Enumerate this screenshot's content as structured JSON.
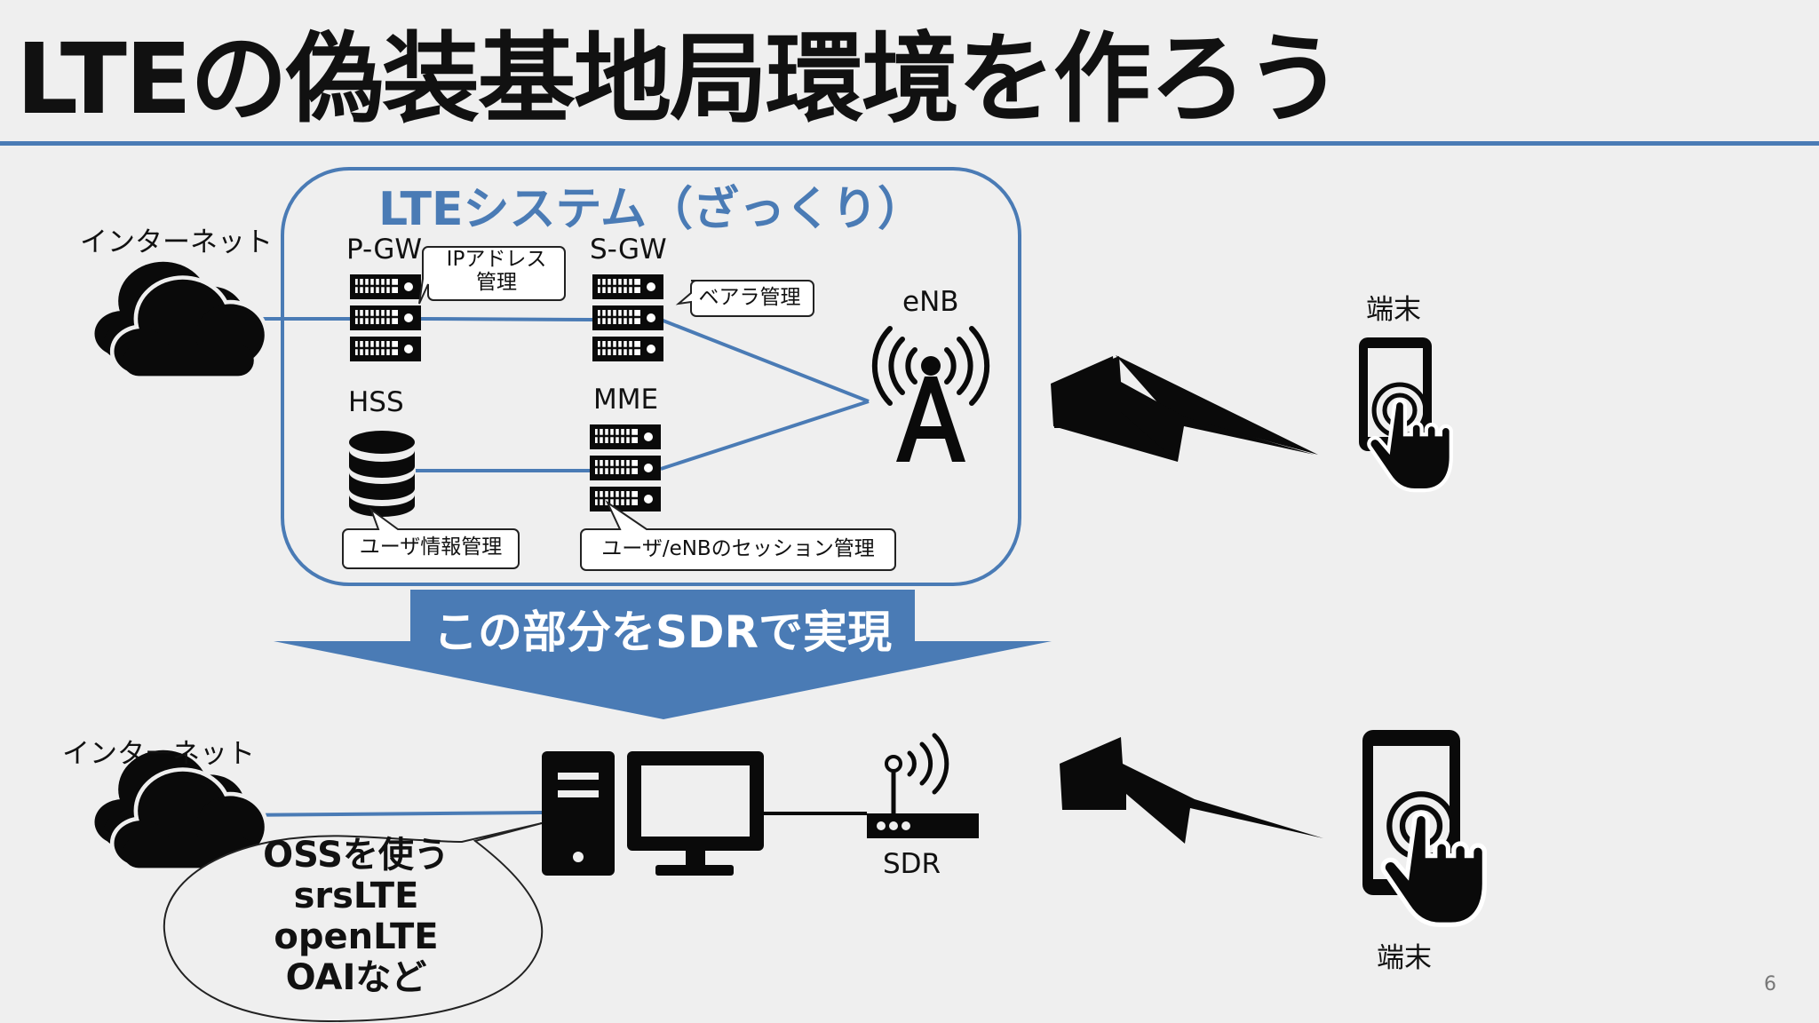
{
  "title": "LTEの偽装基地局環境を作ろう",
  "system": {
    "title": "LTEシステム（ざっくり）",
    "pgw": {
      "label": "P-GW",
      "callout": [
        "IPアドレス",
        "管理"
      ]
    },
    "sgw": {
      "label": "S-GW",
      "callout": "ベアラ管理"
    },
    "hss": {
      "label": "HSS",
      "callout": "ユーザ情報管理"
    },
    "mme": {
      "label": "MME",
      "callout": "ユーザ/eNBのセッション管理"
    },
    "enb": {
      "label": "eNB"
    }
  },
  "top": {
    "internet": "インターネット",
    "terminal": "端末"
  },
  "arrow_label": "この部分をSDRで実現",
  "bottom": {
    "internet": "インターネット",
    "sdr": "SDR",
    "terminal": "端末",
    "oss": [
      "OSSを使う",
      "srsLTE",
      "openLTE",
      "OAIなど"
    ]
  },
  "page_number": "6",
  "colors": {
    "accent": "#4a7bb5",
    "icon": "#0a0a0a",
    "background": "#efefef"
  }
}
